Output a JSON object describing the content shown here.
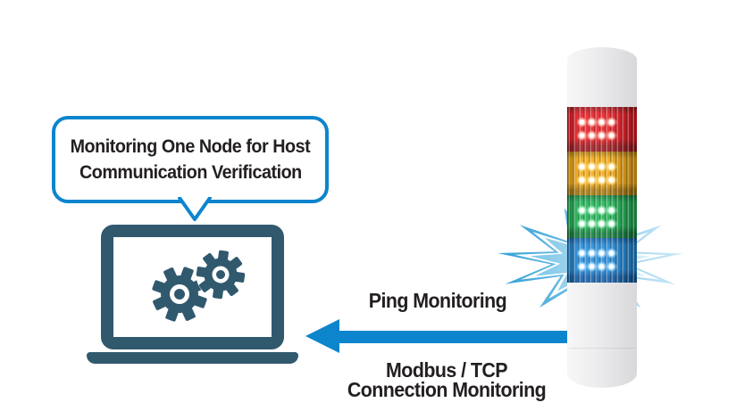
{
  "bubble": {
    "line1": "Monitoring One Node for Host",
    "line2": "Communication Verification"
  },
  "labels": {
    "ping": "Ping Monitoring",
    "modbus_line1": "Modbus / TCP",
    "modbus_line2": "Connection Monitoring"
  },
  "tower": {
    "segments": [
      "red",
      "amber",
      "green",
      "blue"
    ]
  },
  "colors": {
    "accent_blue": "#0d85cd",
    "laptop_slate": "#31596e",
    "text_dark": "#231f20",
    "tower_red": "#e8141c",
    "tower_red_dark": "#9c1016",
    "tower_amber": "#f3a608",
    "tower_amber_dark": "#a87404",
    "tower_green": "#17b14e",
    "tower_green_dark": "#0b7a36",
    "tower_blue": "#1a86d8",
    "tower_blue_dark": "#0b58a4",
    "burst_blue": "#2f9fd6",
    "burst_light": "#cfeaf7",
    "burst_inner": "#7cc5e7",
    "burst_inner_light": "#dbf1fa"
  }
}
